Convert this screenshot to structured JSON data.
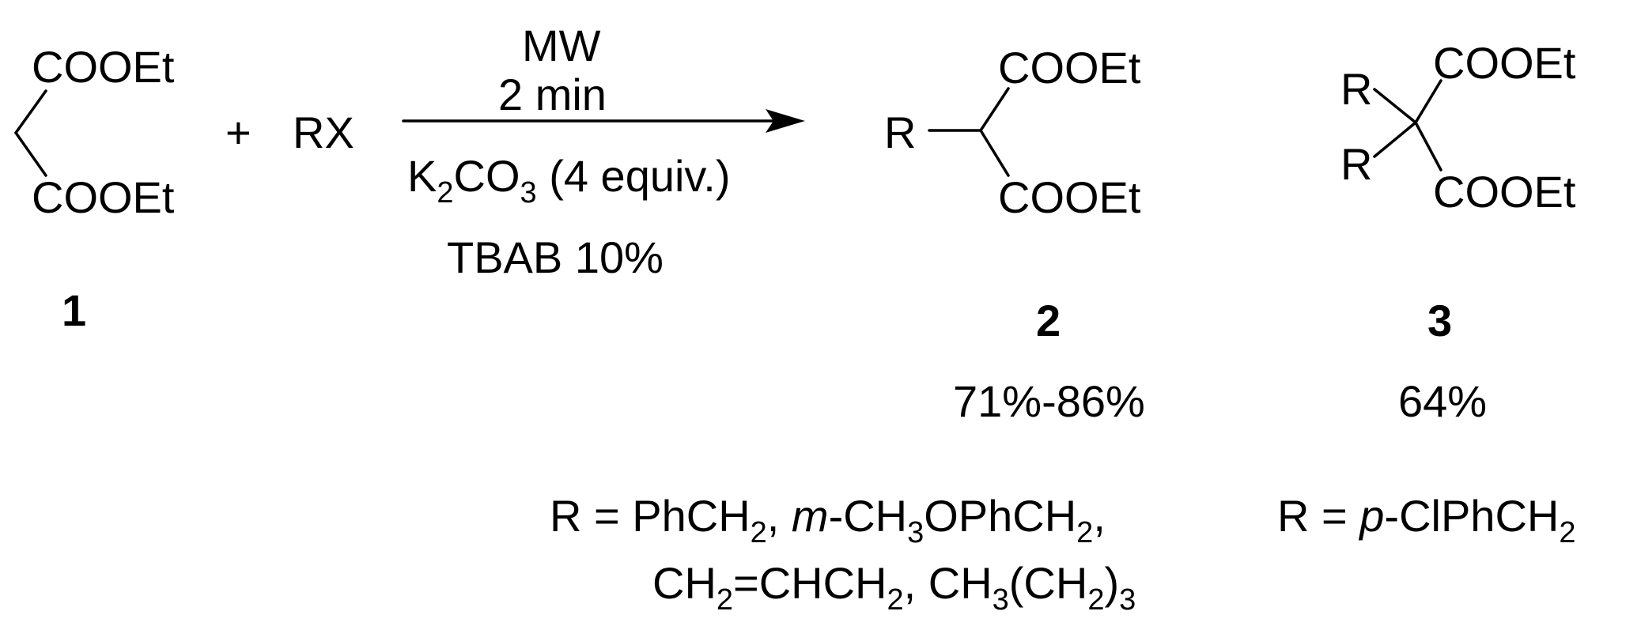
{
  "reactant1": {
    "top": "COOEt",
    "bottom": "COOEt",
    "label": "1"
  },
  "plus": "+",
  "reagent": "RX",
  "conditions": {
    "above_1": "MW",
    "above_2": "2 min",
    "below_base": {
      "k": "K",
      "k_sub": "2",
      "co": "CO",
      "co_sub": "3",
      "rest": " (4 equiv.)"
    },
    "below_2": "TBAB 10%"
  },
  "product2": {
    "substituent": "R",
    "top": "COOEt",
    "bottom": "COOEt",
    "label": "2",
    "yield": "71%-86%",
    "r_def": {
      "line1": {
        "r_eq": "R = PhCH",
        "s1": "2",
        "sep": ",  ",
        "m": "m",
        "rest1": "-CH",
        "s2": "3",
        "rest2": "OPhCH",
        "s3": "2",
        "end": ","
      },
      "line2": {
        "a": "CH",
        "s1": "2",
        "b": "=CHCH",
        "s2": "2",
        "c": ", CH",
        "s3": "3",
        "d": "(CH",
        "s4": "2",
        "e": ")",
        "s5": "3"
      }
    }
  },
  "product3": {
    "substituent_top": "R",
    "substituent_bottom": "R",
    "top": "COOEt",
    "bottom": "COOEt",
    "label": "3",
    "yield": "64%",
    "r_def": {
      "r_eq": "R = ",
      "p": "p",
      "rest": "-ClPhCH",
      "s1": "2"
    }
  },
  "colors": {
    "ink": "#000000",
    "background": "#ffffff"
  }
}
